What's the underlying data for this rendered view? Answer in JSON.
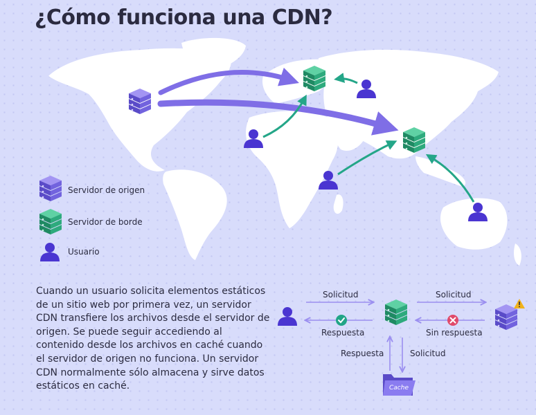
{
  "title": "¿Cómo funciona una CDN?",
  "legend": {
    "origin_label": "Servidor de origen",
    "edge_label": "Servidor de borde",
    "user_label": "Usuario"
  },
  "description": "Cuando un usuario solicita elementos estáticos de un sitio web por primera vez, un servidor CDN transfiere los archivos desde el servidor de origen. Se puede seguir accediendo al contenido desde los archivos en caché cuando el servidor de origen no funciona. Un servidor CDN normalmente sólo almacena y sirve datos estáticos en caché.",
  "flow": {
    "request_left": "Solicitud",
    "response_left": "Respuesta",
    "request_right": "Solicitud",
    "no_response": "Sin respuesta",
    "response_down": "Respuesta",
    "request_down": "Solicitud",
    "cache_label": "Cache"
  },
  "colors": {
    "origin": "#6f5fe0",
    "edge": "#2aa57a",
    "user": "#4a35d1",
    "map": "#ffffff",
    "arrow_purple": "#7f6ee6",
    "arrow_green": "#24a688",
    "ok": "#22a587",
    "error": "#e04a6a"
  }
}
